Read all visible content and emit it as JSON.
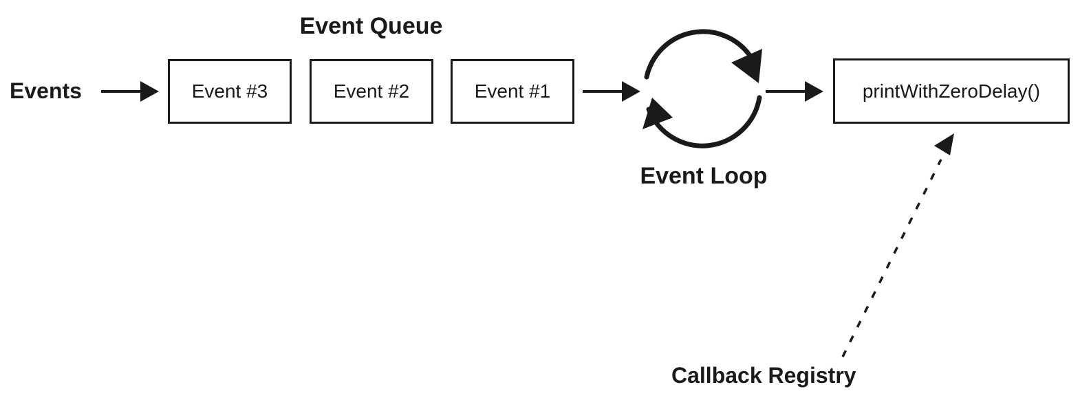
{
  "diagram": {
    "title_context": "Event loop flow diagram",
    "events_label": "Events",
    "queue": {
      "title": "Event Queue",
      "boxes": [
        {
          "label": "Event #3"
        },
        {
          "label": "Event #2"
        },
        {
          "label": "Event #1"
        }
      ]
    },
    "loop": {
      "label": "Event Loop",
      "icon": "clockwise-cycle-icon"
    },
    "callback": {
      "function_label": "printWithZeroDelay()",
      "registry_label": "Callback Registry"
    },
    "icons": {
      "flow_arrows": "arrow-right-icon",
      "registry_pointer": "dashed-arrow-up-icon"
    },
    "colors": {
      "ink": "#1a1a1a",
      "background": "#ffffff"
    }
  }
}
